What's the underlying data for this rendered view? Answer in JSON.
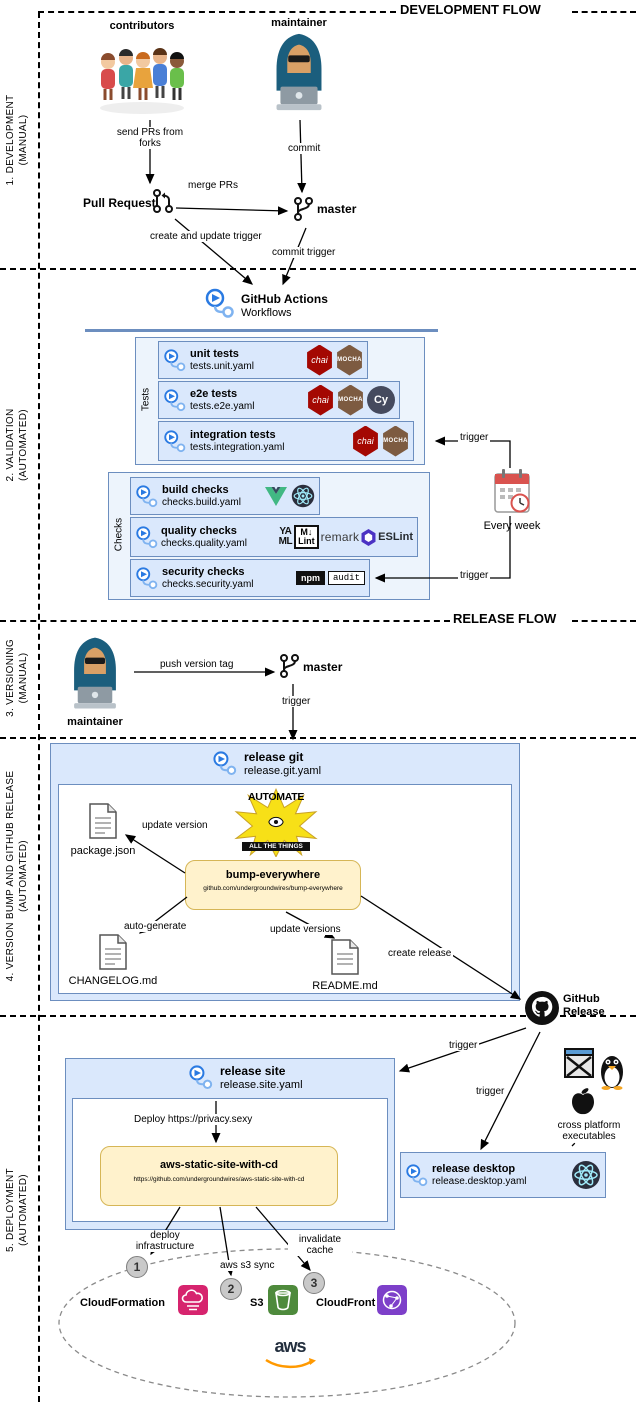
{
  "flows": {
    "development": "DEVELOPMENT FLOW",
    "release": "RELEASE FLOW"
  },
  "rail": {
    "s1a": "1. DEVELOPMENT",
    "s1b": "(MANUAL)",
    "s2a": "2. VALIDATION",
    "s2b": "(AUTOMATED)",
    "s3a": "3. VERSIONING",
    "s3b": "(MANUAL)",
    "s4a": "4. VERSION BUMP AND GITHUB RELEASE",
    "s4b": "(AUTOMATED)",
    "s5a": "5. DEPLOYMENT",
    "s5b": "(AUTOMATED)"
  },
  "dev": {
    "contributors": "contributors",
    "maintainer": "maintainer",
    "send_prs": "send PRs from forks",
    "commit": "commit",
    "pull_request": "Pull Request",
    "merge_prs": "merge PRs",
    "master": "master",
    "create_update_trigger": "create and update trigger",
    "commit_trigger": "commit trigger"
  },
  "validation": {
    "github_actions": "GitHub Actions",
    "workflows": "Workflows",
    "tests_label": "Tests",
    "checks_label": "Checks",
    "tests": [
      {
        "name": "unit tests",
        "file": "tests.unit.yaml"
      },
      {
        "name": "e2e tests",
        "file": "tests.e2e.yaml"
      },
      {
        "name": "integration tests",
        "file": "tests.integration.yaml"
      }
    ],
    "checks": [
      {
        "name": "build checks",
        "file": "checks.build.yaml"
      },
      {
        "name": "quality checks",
        "file": "checks.quality.yaml"
      },
      {
        "name": "security checks",
        "file": "checks.security.yaml"
      }
    ],
    "trigger": "trigger",
    "every_week": "Every week"
  },
  "icons": {
    "chai": "chai",
    "mocha": "MOCHA",
    "cypress": "Cy",
    "yaml1": "YA",
    "yaml2": "ML",
    "mdlint1": "M↓",
    "mdlint2": "Lint",
    "remark": "remark",
    "eslint": "ESLint",
    "npm": "npm",
    "audit": "audit"
  },
  "versioning": {
    "maintainer": "maintainer",
    "push_version_tag": "push version tag",
    "master": "master",
    "trigger": "trigger"
  },
  "bump": {
    "workflow_name": "release git",
    "workflow_file": "release.git.yaml",
    "meme_top": "AUTOMATE",
    "meme_bottom": "ALL THE THINGS",
    "package_json": "package.json",
    "update_version": "update version",
    "box_title": "bump-everywhere",
    "box_url": "github.com/undergroundwires/bump-everywhere",
    "auto_generate": "auto-generate",
    "changelog": "CHANGELOG.md",
    "update_versions": "update versions",
    "readme": "README.md",
    "create_release": "create release",
    "github_release": "GitHub Release"
  },
  "deploy": {
    "trigger_site": "trigger",
    "trigger_desktop": "trigger",
    "site_name": "release site",
    "site_file": "release.site.yaml",
    "deploy_url": "Deploy https://privacy.sexy",
    "aws_title": "aws-static-site-with-cd",
    "aws_url": "https://github.com/undergroundwires/aws-static-site-with-cd",
    "desktop_name": "release desktop",
    "desktop_file": "release.desktop.yaml",
    "cross_platform": "cross platform executables",
    "deploy_infrastructure": "deploy infrastructure",
    "s3_sync": "aws s3 sync",
    "invalidate_cache": "invalidate cache",
    "step1_num": "1",
    "step1": "CloudFormation",
    "step2_num": "2",
    "step2": "S3",
    "step3_num": "3",
    "step3": "CloudFront",
    "aws": "aws"
  }
}
